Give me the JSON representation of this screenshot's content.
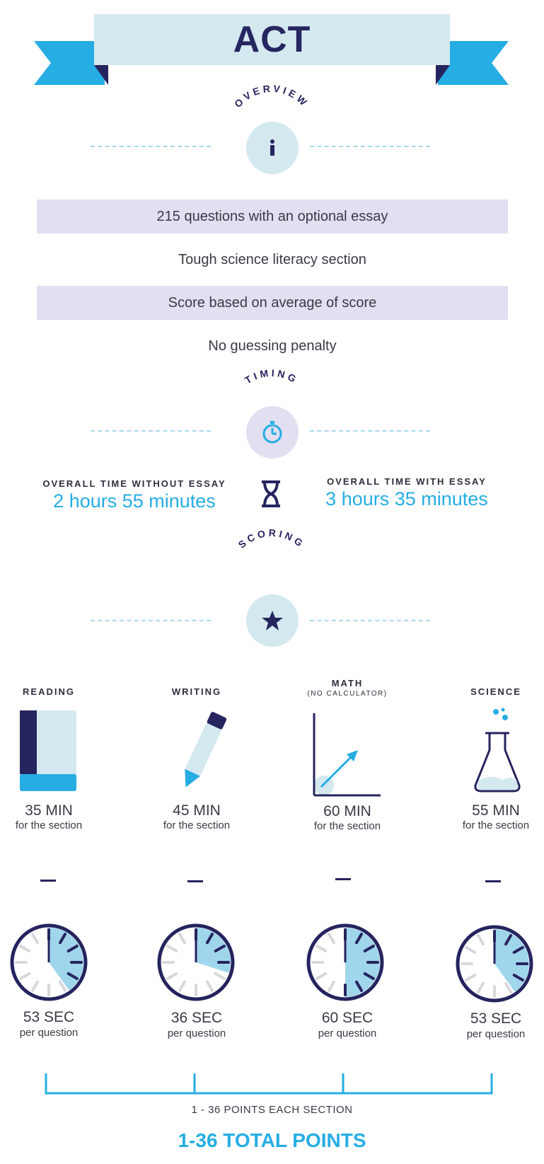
{
  "title": "ACT",
  "colors": {
    "accent": "#26ade4",
    "navy": "#26245e",
    "lavender": "#e1dff0",
    "light_blue": "#d4e9ef"
  },
  "overview": {
    "heading": "OVERVIEW",
    "icon": "info-icon",
    "items": [
      "215 questions with an optional essay",
      "Tough science literacy section",
      "Score based on average of score",
      "No guessing penalty"
    ]
  },
  "timing": {
    "heading": "TIMING",
    "icon": "stopwatch-icon",
    "without_essay_label": "OVERALL TIME WITHOUT ESSAY",
    "without_essay_value": "2 hours 55 minutes",
    "with_essay_label": "OVERALL TIME WITH ESSAY",
    "with_essay_value": "3 hours 35 minutes",
    "divider_icon": "hourglass-icon"
  },
  "scoring": {
    "heading": "SCORING",
    "icon": "star-icon",
    "sections": [
      {
        "name": "READING",
        "sub": "",
        "icon": "book-icon",
        "minutes": "35 MIN",
        "minutes_note": "for the section",
        "seconds": "53 SEC",
        "seconds_note": "per question",
        "clock_fraction": 0.4
      },
      {
        "name": "WRITING",
        "sub": "",
        "icon": "pencil-icon",
        "minutes": "45 MIN",
        "minutes_note": "for the section",
        "seconds": "36 SEC",
        "seconds_note": "per question",
        "clock_fraction": 0.3
      },
      {
        "name": "MATH",
        "sub": "(NO CALCULATOR)",
        "icon": "graph-icon",
        "minutes": "60 MIN",
        "minutes_note": "for the section",
        "seconds": "60 SEC",
        "seconds_note": "per question",
        "clock_fraction": 0.5
      },
      {
        "name": "SCIENCE",
        "sub": "",
        "icon": "flask-icon",
        "minutes": "55 MIN",
        "minutes_note": "for the section",
        "seconds": "53 SEC",
        "seconds_note": "per question",
        "clock_fraction": 0.4
      }
    ],
    "points_each": "1 - 36 POINTS EACH SECTION",
    "total_points": "1-36 TOTAL POINTS"
  }
}
